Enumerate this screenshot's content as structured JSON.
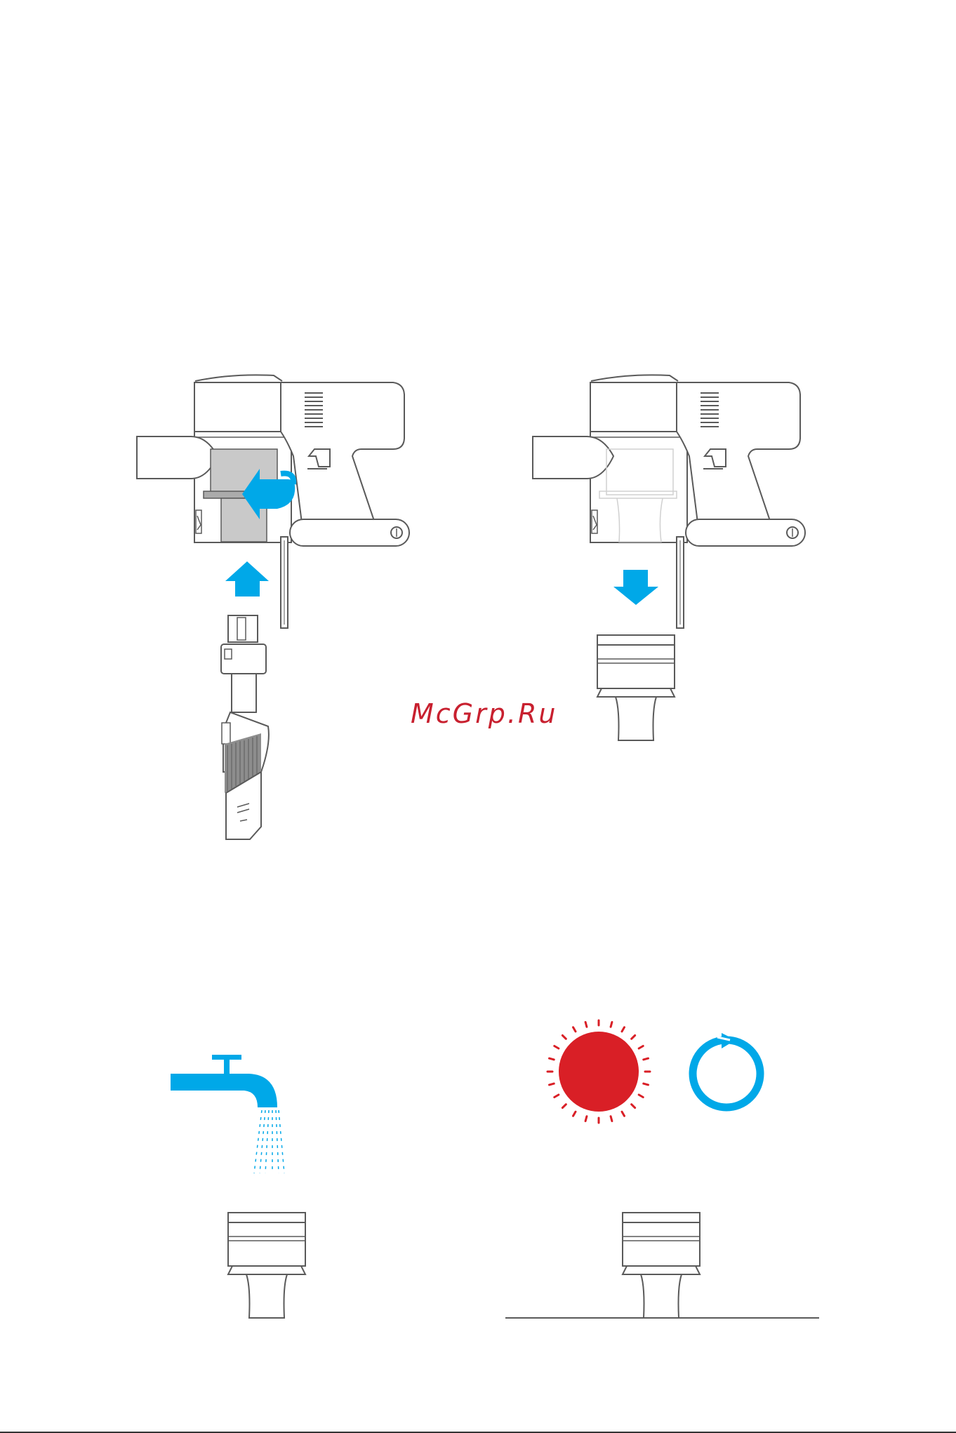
{
  "watermark": {
    "text": "McGrp.Ru",
    "color": "#c8202f"
  },
  "colors": {
    "line": "#5a5a5a",
    "accent_blue": "#00a8e8",
    "heat_red": "#d91f26",
    "filter_gray": "#c9c9c9",
    "light_line": "#cfcfcf"
  },
  "panels": [
    {
      "id": "attach-tool",
      "icons": [
        "vacuum-body-icon",
        "up-arrow-icon",
        "crevice-brush-tool-icon",
        "rotate-arrow-icon"
      ]
    },
    {
      "id": "remove-filter",
      "icons": [
        "vacuum-body-icon",
        "down-arrow-icon",
        "filter-icon"
      ]
    },
    {
      "id": "rinse-filter",
      "icons": [
        "water-tap-icon",
        "filter-icon"
      ]
    },
    {
      "id": "dry-filter",
      "icons": [
        "sun-icon",
        "refresh-cycle-icon",
        "filter-icon"
      ]
    }
  ]
}
